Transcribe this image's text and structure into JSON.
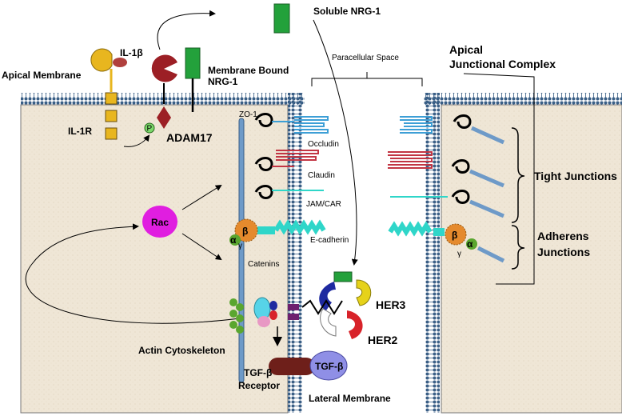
{
  "labels": {
    "soluble_nrg1": "Soluble NRG-1",
    "il1b": "IL-1β",
    "apical_membrane": "Apical Membrane",
    "membrane_bound_1": "Membrane Bound",
    "membrane_bound_2": "NRG-1",
    "paracellular_space": "Paracellular Space",
    "apical_junctional_1": "Apical",
    "apical_junctional_2": "Junctional Complex",
    "il1r": "IL-1R",
    "adam17": "ADAM17",
    "phospho": "P",
    "zo1": "ZO-1",
    "occludin": "Occludin",
    "claudin": "Claudin",
    "jam_car": "JAM/CAR",
    "tight_junctions": "Tight Junctions",
    "rac": "Rac",
    "beta": "β",
    "alpha": "α",
    "gamma": "γ",
    "e_cadherin": "E-cadherin",
    "catenins": "Catenins",
    "adherens_1": "Adherens",
    "adherens_2": "Junctions",
    "her3": "HER3",
    "her2": "HER2",
    "actin_cytoskeleton": "Actin Cytoskeleton",
    "tgfb": "TGF-β",
    "tgfb_receptor_1": "TGF-β",
    "tgfb_receptor_2": "Receptor",
    "lateral_membrane": "Lateral Membrane"
  },
  "colors": {
    "cell": "#efe6d6",
    "membrane": "#3a5f86",
    "il1b": "#b0403d",
    "il1r": "#e8b61f",
    "adam17": "#9c1f25",
    "nrg1": "#23a13b",
    "occludin": "#3d9fd6",
    "claudin": "#c23644",
    "jam": "#2fd6c9",
    "rac": "#e01ee0",
    "beta_catenin": "#e58a2d",
    "alpha_catenin": "#5aa62f",
    "her3": "#e6d21a",
    "her2": "#d8232a",
    "tgfb": "#8f8fe6",
    "tgfb_receptor": "#6e1f1a"
  }
}
